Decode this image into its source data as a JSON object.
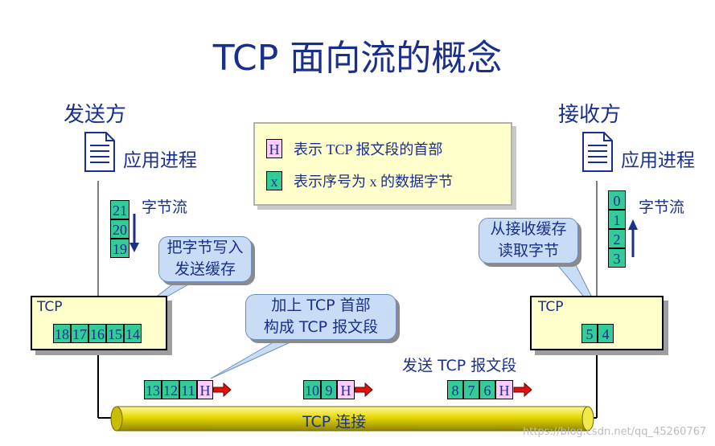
{
  "title": "TCP 面向流的概念",
  "sender": {
    "heading": "发送方",
    "process": "应用进程",
    "stream_label": "字节流",
    "stream_bytes": [
      "21",
      "20",
      "19"
    ],
    "tcp_label": "TCP",
    "buffer_bytes": [
      "18",
      "17",
      "16",
      "15",
      "14"
    ],
    "bubble_line1": "把字节写入",
    "bubble_line2": "发送缓存"
  },
  "receiver": {
    "heading": "接收方",
    "process": "应用进程",
    "stream_label": "字节流",
    "stream_bytes": [
      "0",
      "1",
      "2",
      "3"
    ],
    "tcp_label": "TCP",
    "buffer_bytes": [
      "5",
      "4"
    ],
    "bubble_line1": "从接收缓存",
    "bubble_line2": "读取字节"
  },
  "legend": {
    "header_symbol": "H",
    "header_text": "表示 TCP 报文段的首部",
    "byte_symbol": "x",
    "byte_text": "表示序号为 x 的数据字节"
  },
  "middle_bubble": {
    "line1": "加上 TCP 首部",
    "line2": "构成 TCP 报文段"
  },
  "send_label": "发送 TCP 报文段",
  "segments": [
    {
      "bytes": [
        "13",
        "12",
        "11"
      ],
      "header": "H"
    },
    {
      "bytes": [
        "10",
        "9"
      ],
      "header": "H"
    },
    {
      "bytes": [
        "8",
        "7",
        "6"
      ],
      "header": "H"
    }
  ],
  "pipe_label": "TCP 连接",
  "watermark": "https://blog.csdn.net/qq_45260767",
  "colors": {
    "byte": "#33cc99",
    "header": "#ffccff",
    "box": "#ffffcc",
    "pipe": "#e6d800",
    "arrow": "#dd1111",
    "text": "#1a2f8c"
  }
}
